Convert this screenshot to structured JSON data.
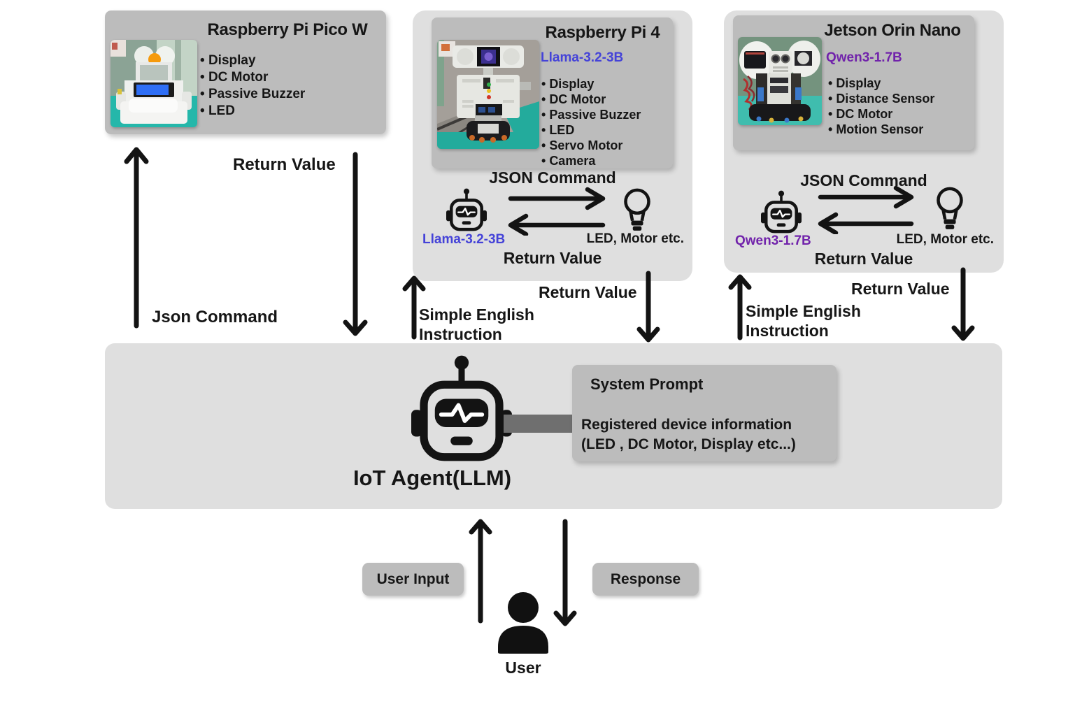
{
  "palette": {
    "panel_gray": "#dfdfdf",
    "card_gray": "#bcbcbc",
    "connector_gray": "#6f6f6f",
    "ink": "#161616",
    "llama_blue": "#4543d8",
    "qwen_purple": "#7123ab"
  },
  "icons": {
    "robot": "robot-icon",
    "bulb": "light-bulb-icon",
    "person": "user-person-icon",
    "arrow": "arrow-icon"
  },
  "pico": {
    "title": "Raspberry Pi Pico W",
    "features": [
      "Display",
      "DC Motor",
      "Passive Buzzer",
      "LED"
    ],
    "up_label": "Json Command",
    "down_label": "Return Value"
  },
  "pi4": {
    "title": "Raspberry Pi 4",
    "model": "Llama-3.2-3B",
    "features": [
      "Display",
      "DC Motor",
      "Passive Buzzer",
      "LED",
      "Servo Motor",
      "Camera"
    ],
    "json_command": "JSON Command",
    "return_value": "Return Value",
    "devices_label": "LED, Motor etc.",
    "up_label": "Simple English Instruction",
    "down_label": "Return Value"
  },
  "jetson": {
    "title": "Jetson Orin Nano",
    "model": "Qwen3-1.7B",
    "features": [
      "Display",
      "Distance Sensor",
      "DC Motor",
      "Motion Sensor"
    ],
    "json_command": "JSON Command",
    "return_value": "Return Value",
    "devices_label": "LED, Motor etc.",
    "up_label": "Simple English Instruction",
    "down_label": "Return Value"
  },
  "agent": {
    "label": "IoT Agent(LLM)",
    "system_prompt": {
      "title": "System Prompt",
      "line1": "Registered device information",
      "line2": "(LED , DC Motor, Display etc...)"
    }
  },
  "user": {
    "label": "User",
    "input_label": "User Input",
    "response_label": "Response"
  }
}
